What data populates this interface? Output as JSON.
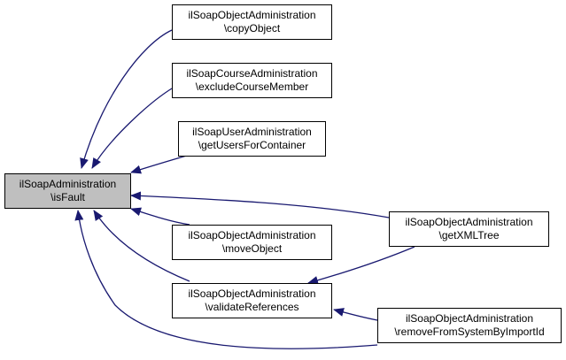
{
  "diagram": {
    "nodes": [
      {
        "id": "isFault",
        "line1": "ilSoapAdministration",
        "line2": "\\isFault",
        "focus": true
      },
      {
        "id": "copyObject",
        "line1": "ilSoapObjectAdministration",
        "line2": "\\copyObject"
      },
      {
        "id": "excludeCourseMember",
        "line1": "ilSoapCourseAdministration",
        "line2": "\\excludeCourseMember"
      },
      {
        "id": "getUsersForContainer",
        "line1": "ilSoapUserAdministration",
        "line2": "\\getUsersForContainer"
      },
      {
        "id": "moveObject",
        "line1": "ilSoapObjectAdministration",
        "line2": "\\moveObject"
      },
      {
        "id": "validateReferences",
        "line1": "ilSoapObjectAdministration",
        "line2": "\\validateReferences"
      },
      {
        "id": "getXMLTree",
        "line1": "ilSoapObjectAdministration",
        "line2": "\\getXMLTree"
      },
      {
        "id": "removeFromSystemByImportId",
        "line1": "ilSoapObjectAdministration",
        "line2": "\\removeFromSystemByImportId"
      }
    ],
    "edges": [
      {
        "from": "copyObject",
        "to": "isFault"
      },
      {
        "from": "excludeCourseMember",
        "to": "isFault"
      },
      {
        "from": "getUsersForContainer",
        "to": "isFault"
      },
      {
        "from": "getXMLTree",
        "to": "isFault"
      },
      {
        "from": "moveObject",
        "to": "isFault"
      },
      {
        "from": "validateReferences",
        "to": "isFault"
      },
      {
        "from": "removeFromSystemByImportId",
        "to": "isFault"
      },
      {
        "from": "getXMLTree",
        "to": "validateReferences"
      },
      {
        "from": "removeFromSystemByImportId",
        "to": "validateReferences"
      }
    ],
    "colors": {
      "focus_fill": "#bfbfbf",
      "edge": "#191970",
      "border": "#000000"
    }
  }
}
